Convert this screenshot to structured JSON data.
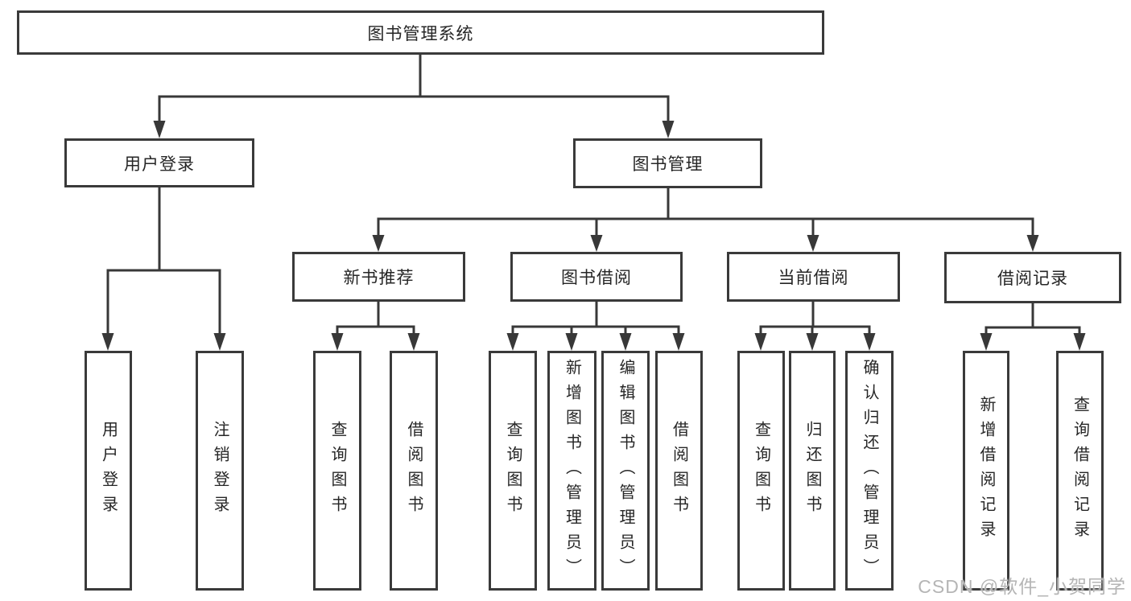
{
  "tree": {
    "label": "图书管理系统",
    "children": [
      {
        "label": "用户登录",
        "children": [
          {
            "label": "用户登录"
          },
          {
            "label": "注销登录"
          }
        ]
      },
      {
        "label": "图书管理",
        "children": [
          {
            "label": "新书推荐",
            "children": [
              {
                "label": "查询图书"
              },
              {
                "label": "借阅图书"
              }
            ]
          },
          {
            "label": "图书借阅",
            "children": [
              {
                "label": "查询图书"
              },
              {
                "label": "新增图书（管理员）"
              },
              {
                "label": "编辑图书（管理员）"
              },
              {
                "label": "借阅图书"
              }
            ]
          },
          {
            "label": "当前借阅",
            "children": [
              {
                "label": "查询图书"
              },
              {
                "label": "归还图书"
              },
              {
                "label": "确认归还（管理员）"
              }
            ]
          },
          {
            "label": "借阅记录",
            "children": [
              {
                "label": "新增借阅记录"
              },
              {
                "label": "查询借阅记录"
              }
            ]
          }
        ]
      }
    ]
  },
  "watermark": {
    "text": "CSDN @软件_小贺同学"
  },
  "colors": {
    "background": "#ffffff",
    "line": "#383838",
    "box_border": "#3a3a3a",
    "text": "#262626",
    "watermark": "#b5b5b5"
  }
}
